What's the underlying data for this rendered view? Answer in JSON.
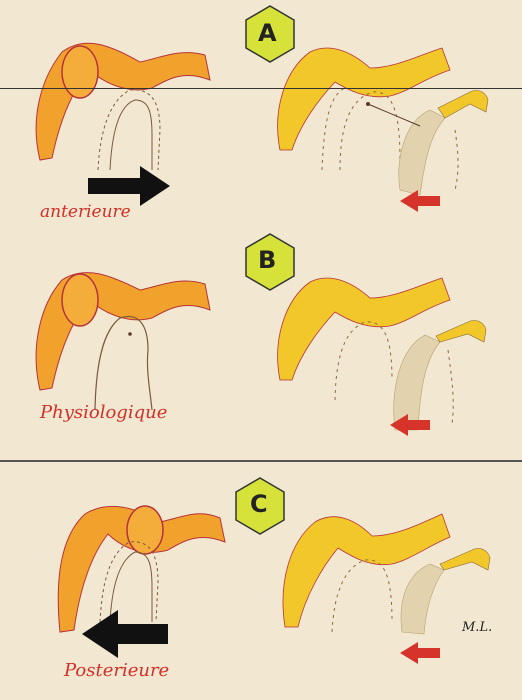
{
  "panels": [
    {
      "letter": "A",
      "caption": "anterieure"
    },
    {
      "letter": "B",
      "caption": "Physiologique"
    },
    {
      "letter": "C",
      "caption": "Posterieure"
    }
  ],
  "signature": "M.L.",
  "colors": {
    "background": "#f2e8d2",
    "bone_orange": "#f0a22c",
    "bone_yellow": "#f2c72a",
    "outline": "#b8323a",
    "hexagon_fill": "#d6e23a",
    "arrow_black": "#111111",
    "arrow_red": "#d6332a",
    "disc_fill": "#e2d3ae"
  }
}
